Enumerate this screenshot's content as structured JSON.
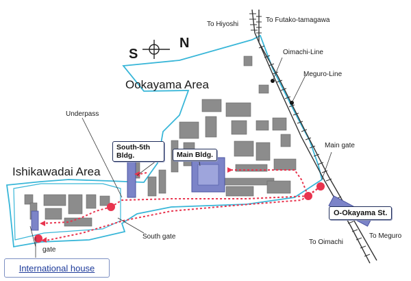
{
  "compass": {
    "south": "S",
    "north": "N"
  },
  "areas": {
    "ookayama": "Ookayama Area",
    "ishikawadai": "Ishikawadai Area"
  },
  "labels": {
    "to_hiyoshi": "To Hiyoshi",
    "to_futako": "To Futako-tamagawa",
    "oimachi_line": "Oimachi-Line",
    "meguro_line": "Meguro-Line",
    "underpass": "Underpass",
    "main_gate": "Main gate",
    "south_gate": "South gate",
    "gate": "gate",
    "to_oimachi": "To Oimachi",
    "to_meguro": "To Meguro"
  },
  "boxes": {
    "south5": "South-5th Bldg.",
    "main_bldg": "Main Bldg.",
    "station": "O-Okayama St."
  },
  "link": {
    "international_house": "International house"
  },
  "colors": {
    "campus_border": "#38b6d8",
    "building": "#8c8c8c",
    "highlight_building": "#7c84c8",
    "route": "#e8344e",
    "railway": "#333333"
  }
}
